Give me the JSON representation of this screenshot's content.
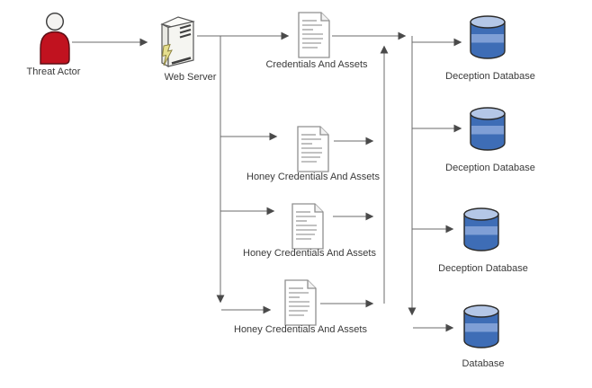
{
  "diagram": {
    "type": "flow-diagram",
    "description": "Deception architecture: threat actor hits a web server which serves real or honey credentials documents stored in deception databases",
    "colors": {
      "background": "#ffffff",
      "threat_actor_red": "#c1121f",
      "head_fill": "#f4f3f1",
      "server_body": "#f5f5f1",
      "server_bolt_yellow": "#e6df8e",
      "document_fill": "#ffffff",
      "database_top_blue": "#b4c7e7",
      "database_dark_blue": "#3e6db6",
      "database_light_blue": "#7f9fd6",
      "connector_gray": "#6b6b6b",
      "arrowhead_gray": "#4a4a4a",
      "label_text": "#3a3a3a"
    },
    "nodes": {
      "threat_actor": {
        "label": "Threat Actor",
        "icon": "person-icon"
      },
      "web_server": {
        "label": "Web Server",
        "icon": "server-tower-icon"
      },
      "credentials_doc": {
        "label": "Credentials And Assets",
        "icon": "document-icon"
      },
      "honey_doc_1": {
        "label": "Honey Credentials And Assets",
        "icon": "document-icon"
      },
      "honey_doc_2": {
        "label": "Honey Credentials And Assets",
        "icon": "document-icon"
      },
      "honey_doc_3": {
        "label": "Honey Credentials And Assets",
        "icon": "document-icon"
      },
      "deception_db_1": {
        "label": "Deception Database",
        "icon": "database-icon"
      },
      "deception_db_2": {
        "label": "Deception Database",
        "icon": "database-icon"
      },
      "deception_db_3": {
        "label": "Deception Database",
        "icon": "database-icon"
      },
      "database": {
        "label": "Database",
        "icon": "database-icon"
      }
    },
    "edges": [
      {
        "from": "threat_actor",
        "to": "web_server"
      },
      {
        "from": "web_server",
        "to": "credentials_doc"
      },
      {
        "from": "web_server",
        "to": "honey_doc_1"
      },
      {
        "from": "web_server",
        "to": "honey_doc_2"
      },
      {
        "from": "web_server",
        "to": "honey_doc_3"
      },
      {
        "from": "credentials_doc",
        "to": "distribution-line"
      },
      {
        "from": "honey_doc_1",
        "to": "collector-line"
      },
      {
        "from": "honey_doc_2",
        "to": "collector-line"
      },
      {
        "from": "honey_doc_3",
        "to": "collector-line"
      },
      {
        "from": "collector-line",
        "to": "distribution-line"
      },
      {
        "from": "distribution-line",
        "to": "deception_db_1"
      },
      {
        "from": "distribution-line",
        "to": "deception_db_2"
      },
      {
        "from": "distribution-line",
        "to": "deception_db_3"
      },
      {
        "from": "distribution-line",
        "to": "database"
      }
    ]
  }
}
